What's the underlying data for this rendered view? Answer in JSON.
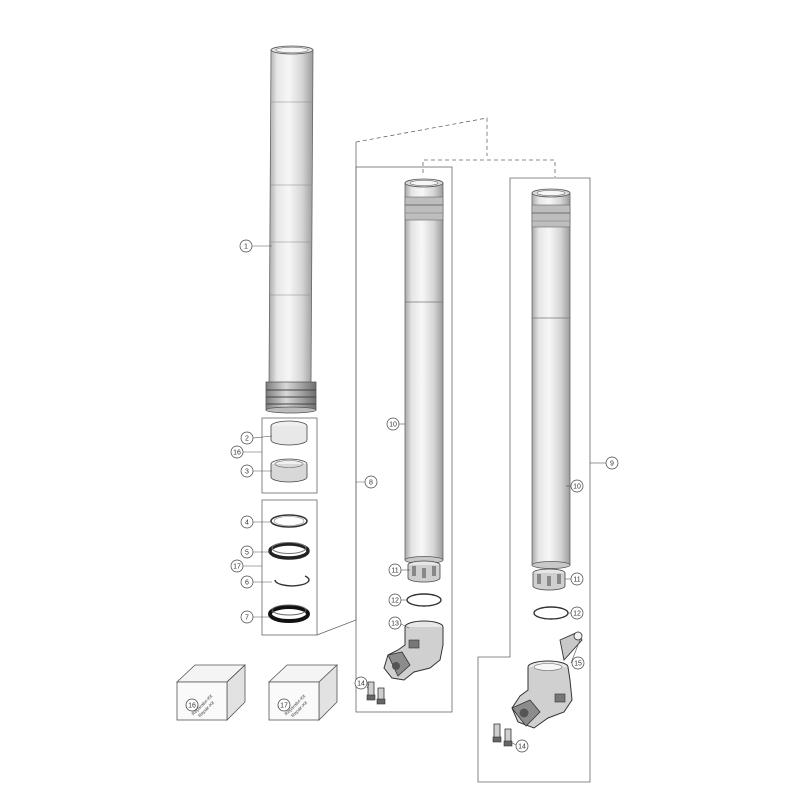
{
  "diagram": {
    "callouts": {
      "p1": "1",
      "p2": "2",
      "p3": "3",
      "p4": "4",
      "p5": "5",
      "p6": "6",
      "p7": "7",
      "p8": "8",
      "p9": "9",
      "p10a": "10",
      "p10b": "10",
      "p11a": "11",
      "p11b": "11",
      "p12a": "12",
      "p12b": "12",
      "p13": "13",
      "p14a": "14",
      "p14b": "14",
      "p15": "15",
      "p16": "16",
      "p17": "17",
      "kit16": "16",
      "kit17": "17"
    },
    "kit_labels": {
      "line1": "Reparatur-Kit",
      "line2": "Repair-Kit"
    },
    "colors": {
      "line": "#555555",
      "tube_light": "#f2f2f2",
      "tube_mid": "#d9d9d9",
      "tube_dark": "#9a9a9a",
      "ring_dark": "#3a3a3a"
    }
  }
}
